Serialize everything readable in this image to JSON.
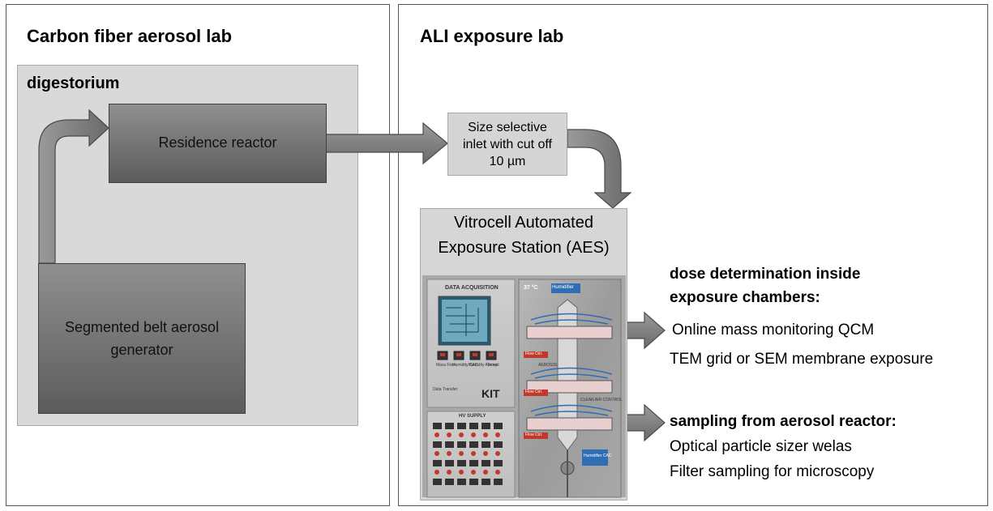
{
  "left_lab": {
    "title": "Carbon fiber aerosol lab"
  },
  "digestorium": {
    "title": "digestorium"
  },
  "residence_reactor": {
    "label": "Residence reactor"
  },
  "belt_generator": {
    "line1": "Segmented belt aerosol",
    "line2": "generator"
  },
  "right_lab": {
    "title": "ALI exposure lab"
  },
  "inlet": {
    "line1": "Size selective",
    "line2": "inlet with cut off",
    "line3": "10 µm"
  },
  "vitrocell": {
    "line1": "Vitrocell Automated",
    "line2": "Exposure Station (AES)"
  },
  "device": {
    "data_acquisition": "DATA ACQUISITION",
    "temperature": "37 °C",
    "humidifier": "Humidifier",
    "flow_ctrl": "Flow Ctrl.",
    "meter_labels": [
      "Mass Flow",
      "Humidity CAC",
      "Humidity Aerosol",
      "Temp."
    ],
    "data_transfer": "Data Transfer",
    "hv_supply": "HV SUPPLY",
    "kit_logo": "KIT",
    "aerosol": "AEROSOL",
    "clean_air": "CLEAN AIR CONTROL",
    "humidifier_cac": "Humidifier CAC"
  },
  "dose": {
    "heading_line1": "dose determination inside",
    "heading_line2": "exposure chambers:",
    "item1": "Online mass monitoring QCM",
    "item2": "TEM grid or SEM membrane exposure"
  },
  "sampling": {
    "heading": "sampling from aerosol reactor:",
    "item1": "Optical particle sizer welas",
    "item2": "Filter sampling for microscopy"
  },
  "colors": {
    "arrow_fill": "#8a8a8a",
    "panel_bg": "#d9d9d9",
    "box_dark": "#6e6e6e"
  }
}
